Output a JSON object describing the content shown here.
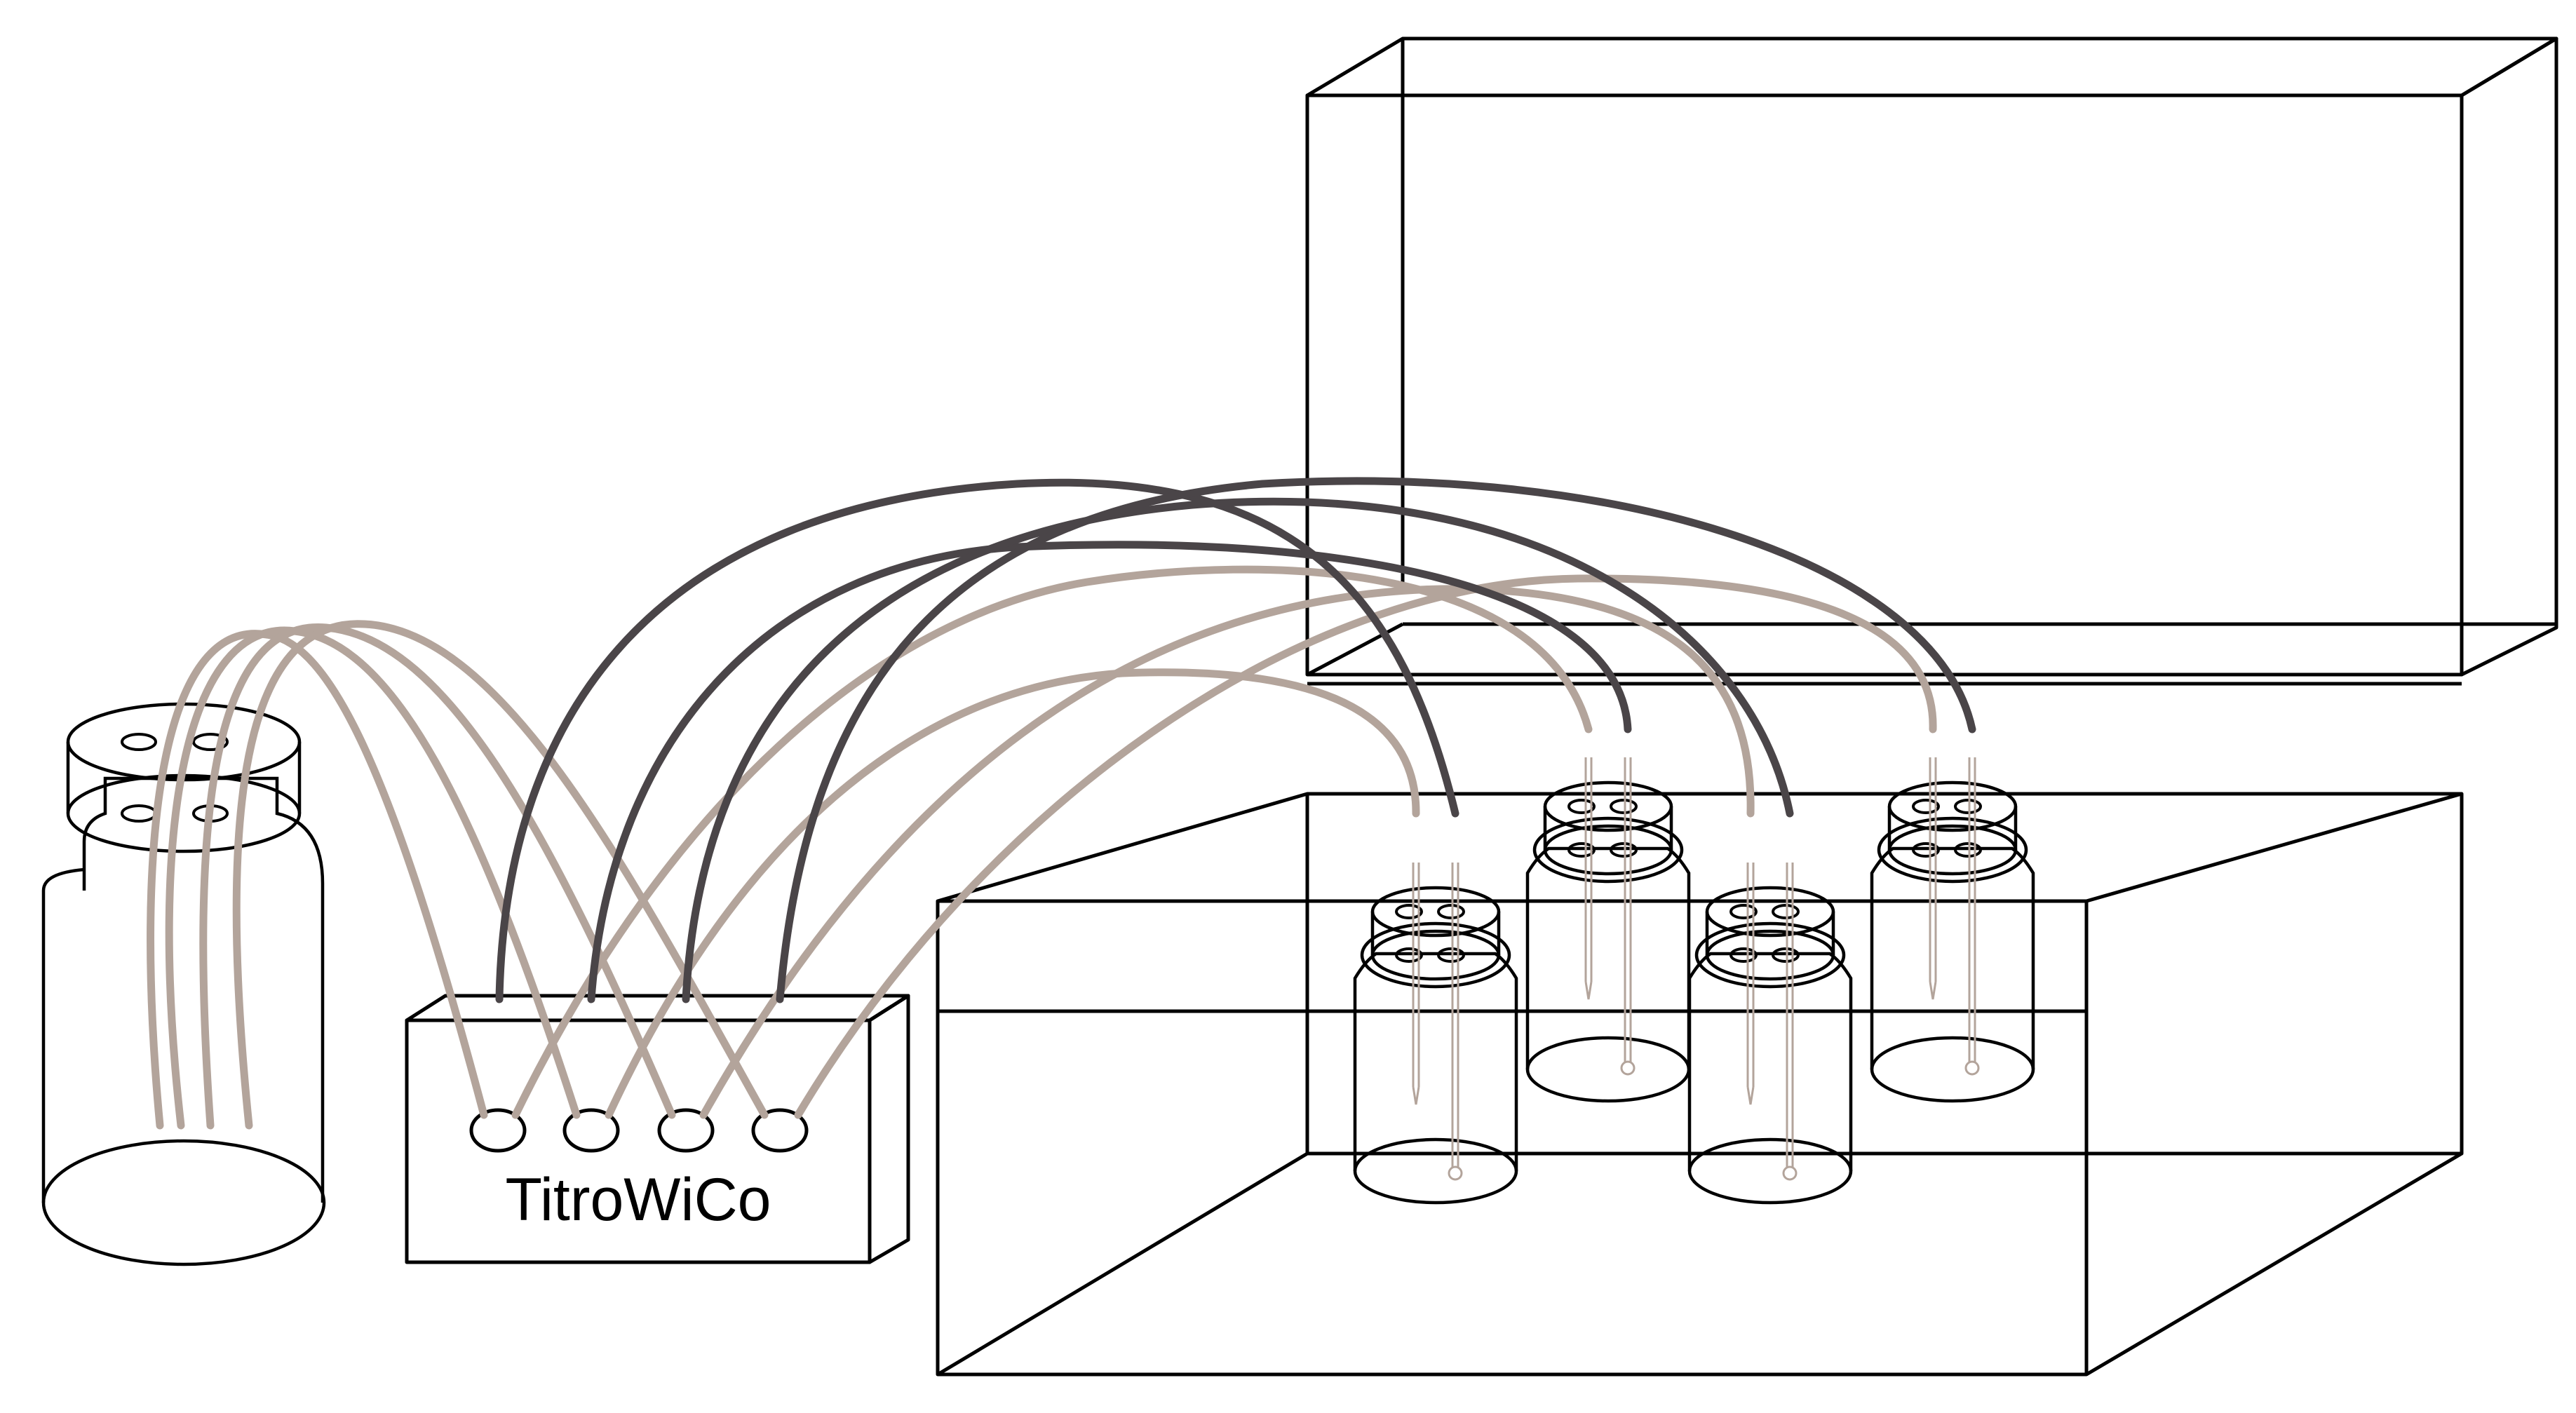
{
  "device": {
    "label": "TitroWiCo"
  },
  "colors": {
    "outline": "#000000",
    "titrant_tube": "#b3a49b",
    "signal_cable": "#4a4548"
  },
  "components": {
    "titrant_bottle": "bottle-with-four-tubes",
    "device_ports": 4,
    "sample_vials": 4,
    "enclosure": "open-box-with-lid"
  }
}
